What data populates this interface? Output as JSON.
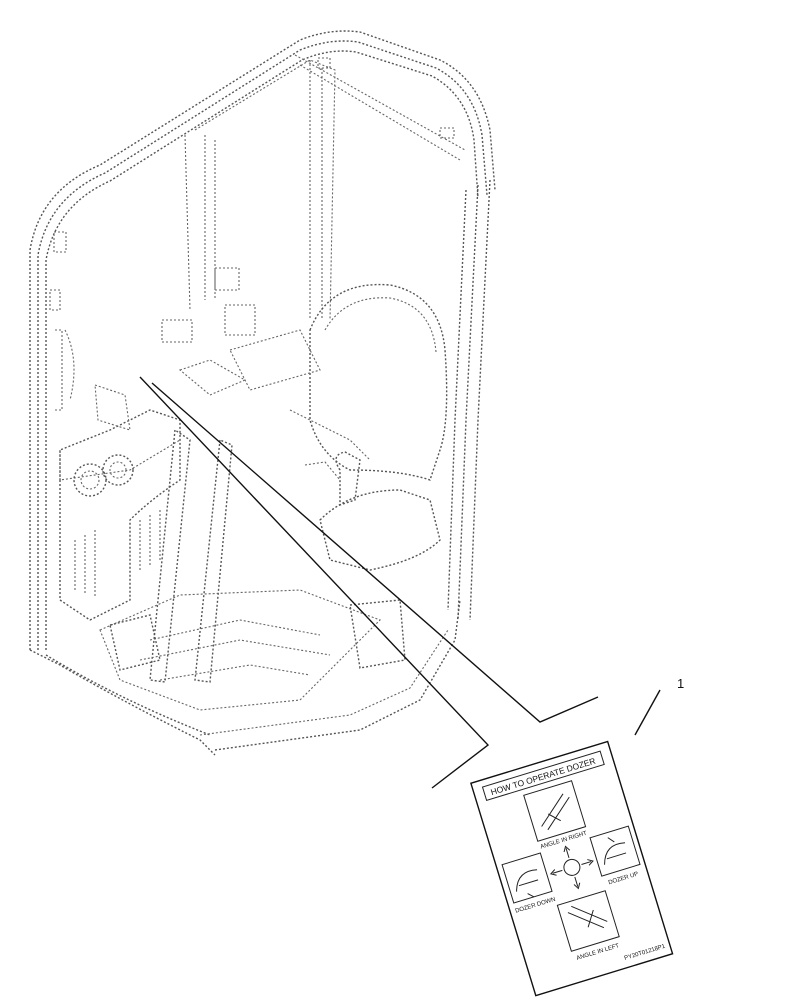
{
  "callout": {
    "number": "1"
  },
  "decal": {
    "title": "HOW TO OPERATE DOZER",
    "labels": {
      "angle_right": "ANGLE IN RIGHT",
      "dozer_up": "DOZER UP",
      "dozer_down": "DOZER DOWN",
      "angle_left": "ANGLE IN LEFT"
    },
    "part_number": "PY20T01218P1"
  },
  "colors": {
    "line": "#111111",
    "dashed": "#555555",
    "background": "#ffffff"
  }
}
